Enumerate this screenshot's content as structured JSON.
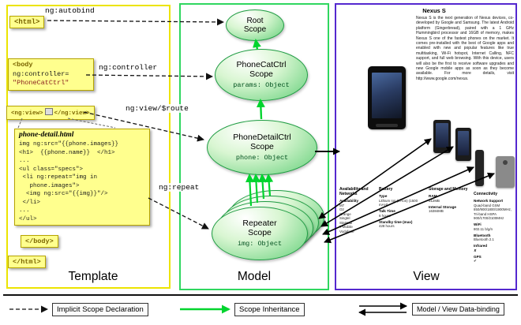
{
  "columns": {
    "template": "Template",
    "model": "Model",
    "view": "View"
  },
  "template_col": {
    "html_open": "<html>",
    "body_line1": "<body",
    "body_line2": "ng:controller=",
    "body_line3": "\"PhoneCatCtrl\"",
    "ngview_open": "<ng:view>",
    "ngview_close": "</ng:view>",
    "body_close": "</body>",
    "html_close": "</html>",
    "phone_detail_title": "phone-detail.html",
    "phone_detail_lines": [
      "img ng:src=\"{{phone.images}}",
      "<h1>  {{phone.name}}  </h1>",
      "...",
      "<ul class=\"specs\">",
      " <li ng:repeat=\"img in",
      "   phone.images\">",
      "  <img ng:src=\"{{img}}\"/>",
      " </li>",
      "...",
      "</ul>"
    ]
  },
  "arrow_labels": {
    "autobind": "ng:autobind",
    "controller": "ng:controller",
    "view_route": "ng:view/$route",
    "repeat": "ng:repeat"
  },
  "scopes": {
    "root": {
      "title": "Root Scope"
    },
    "phonecat": {
      "title": "PhoneCatCtrl Scope",
      "prop": "params: Object"
    },
    "phonedetail": {
      "title": "PhoneDetailCtrl Scope",
      "prop": "phone: Object"
    },
    "repeater": {
      "title": "Repeater Scope",
      "prop": "img: Object"
    }
  },
  "view_page": {
    "title": "Nexus S",
    "description": "Nexus S is the next generation of Nexus devices, co-developed by Google and Samsung. The latest Android platform (Gingerbread), paired with a 1 GHz Hummingbird processor and 16GB of memory, makes Nexus S one of the fastest phones on the market. It comes pre-installed with the best of Google apps and enabled with new and popular features like true multitasking, Wi-Fi hotspot, Internet Calling, NFC support, and full web browsing. With this device, users will also be the first to receive software upgrades and new Google mobile apps as soon as they become available. For more details, visit http://www.google.com/nexus.",
    "specs": {
      "availability": {
        "header": "Availability and Networks",
        "label": "Availability",
        "items": [
          "M7",
          "O2",
          "Orange",
          "Singtel",
          "StarHub",
          "T-Mobile",
          "Vodafone"
        ]
      },
      "battery": {
        "header": "Battery",
        "rows": [
          {
            "label": "Type",
            "value": "Lithium Ion (Li-Ion) (1500 mAH)"
          },
          {
            "label": "Talk Time",
            "value": "6 hours"
          },
          {
            "label": "Standby time (max)",
            "value": "428 hours"
          }
        ]
      },
      "storage": {
        "header": "Storage and Memory",
        "rows": [
          {
            "label": "RAM",
            "value": "512MB"
          },
          {
            "label": "Internal Storage",
            "value": "16384MB"
          }
        ]
      },
      "connectivity": {
        "header": "Connectivity",
        "rows": [
          {
            "label": "Network Support",
            "value": "Quad-band GSM 850/900/1800/1900MHz, Tri-band HSPA 900/1700/2100MHz"
          },
          {
            "label": "WiFi",
            "value": "802.11 b/g/n"
          },
          {
            "label": "Bluetooth",
            "value": "Bluetooth 2.1"
          },
          {
            "label": "Infrared",
            "value": "✘"
          },
          {
            "label": "GPS",
            "value": "✔"
          }
        ]
      }
    }
  },
  "legend": {
    "implicit": "Implicit Scope Declaration",
    "inheritance": "Scope Inheritance",
    "binding": "Model / View Data-binding"
  }
}
